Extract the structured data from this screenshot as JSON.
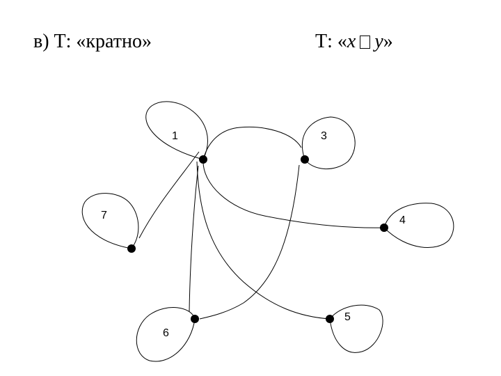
{
  "header": {
    "left_title": "в) Т: «кратно»",
    "right_prefix": "Т: «",
    "right_x": "x",
    "right_y": "y",
    "right_suffix": "»"
  },
  "graph": {
    "nodes": [
      {
        "id": "1",
        "label": "1"
      },
      {
        "id": "3",
        "label": "3"
      },
      {
        "id": "4",
        "label": "4"
      },
      {
        "id": "5",
        "label": "5"
      },
      {
        "id": "6",
        "label": "6"
      },
      {
        "id": "7",
        "label": "7"
      }
    ],
    "edges": [
      [
        "1",
        "3"
      ],
      [
        "1",
        "4"
      ],
      [
        "1",
        "5"
      ],
      [
        "1",
        "6"
      ],
      [
        "1",
        "7"
      ],
      [
        "3",
        "6"
      ]
    ],
    "self_loops": [
      "1",
      "3",
      "4",
      "5",
      "6",
      "7"
    ],
    "line_color": "#000000"
  }
}
